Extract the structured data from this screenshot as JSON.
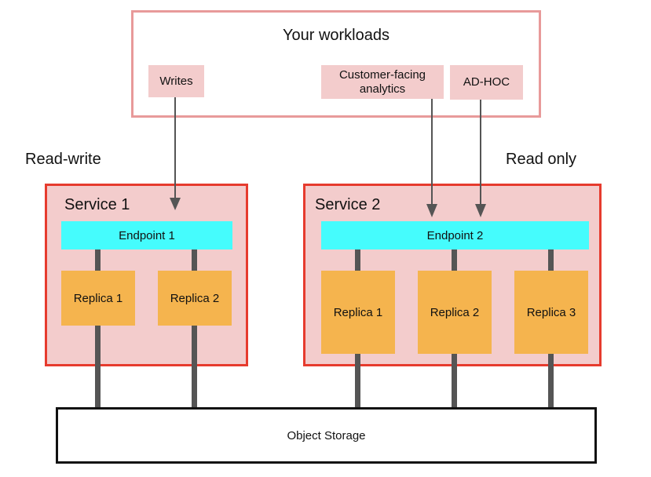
{
  "workloads": {
    "title": "Your workloads",
    "writes_label": "Writes",
    "customer_facing_label": "Customer-facing analytics",
    "adhoc_label": "AD-HOC"
  },
  "labels": {
    "read_write": "Read-write",
    "read_only": "Read only"
  },
  "service1": {
    "title": "Service 1",
    "endpoint": "Endpoint 1",
    "replicas": [
      "Replica 1",
      "Replica 2"
    ]
  },
  "service2": {
    "title": "Service 2",
    "endpoint": "Endpoint 2",
    "replicas": [
      "Replica 1",
      "Replica 2",
      "Replica 3"
    ]
  },
  "storage": {
    "label": "Object Storage"
  },
  "colors": {
    "workloads_border": "#e89a9a",
    "chip_fill": "#f3cccc",
    "service_border": "#e63b2e",
    "service_fill": "#f3cccc",
    "endpoint_fill": "#45fcfd",
    "replica_fill": "#f5b44e",
    "connector": "#555555",
    "arrow": "#555555"
  }
}
